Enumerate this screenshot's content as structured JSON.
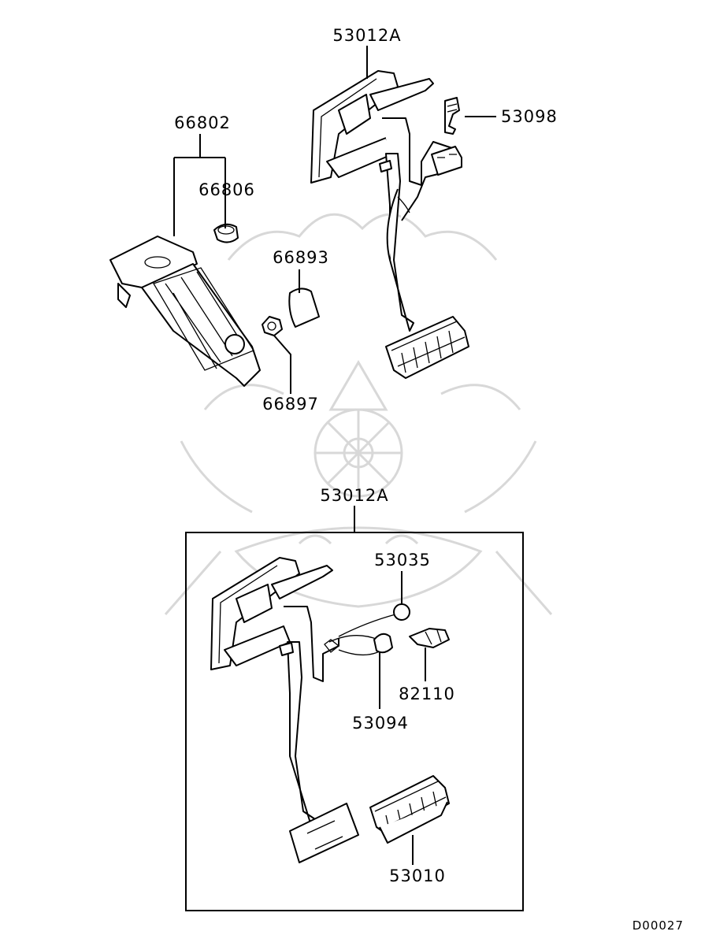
{
  "callouts": {
    "upper_assembly": "53012A",
    "bolt": "53098",
    "pad_assembly": "66802",
    "cap": "66806",
    "stopper": "66893",
    "nut": "66897",
    "lower_assembly": "53012A",
    "bushing": "53035",
    "clip": "53094",
    "switch": "82110",
    "pedal_pad": "53010"
  },
  "diagram_code": "D00027",
  "colors": {
    "line": "#000000",
    "watermark": "#d8d8d8"
  }
}
